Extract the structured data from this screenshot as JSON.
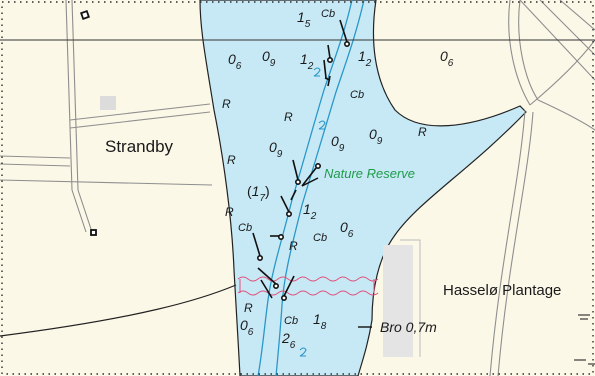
{
  "colors": {
    "land": "#fbf8e8",
    "water": "#c7e9f6",
    "channel": "#2a97c8",
    "road": "#8e8e8e",
    "cable": "#e0507a",
    "nature_label": "#1f9a4a",
    "border_dots": "#2b2b2b"
  },
  "places": {
    "strandby": "Strandby",
    "hasselo": "Hasselø Plantage",
    "nature_reserve": "Nature Reserve",
    "bridge": "Bro 0,7m"
  },
  "soundings": [
    {
      "id": "s1",
      "main": "1",
      "sub": "5"
    },
    {
      "id": "s2",
      "main": "0",
      "sub": "6"
    },
    {
      "id": "s3",
      "main": "0",
      "sub": "9"
    },
    {
      "id": "s4",
      "main": "1",
      "sub": "2"
    },
    {
      "id": "s5",
      "main": "1",
      "sub": "2"
    },
    {
      "id": "s6",
      "main": "0",
      "sub": "6"
    },
    {
      "id": "s7",
      "main": "0",
      "sub": "9"
    },
    {
      "id": "s8",
      "main": "0",
      "sub": "9"
    },
    {
      "id": "s9",
      "main": "0",
      "sub": "9"
    },
    {
      "id": "s10",
      "main": "1",
      "sub": "2"
    },
    {
      "id": "s11",
      "main": "0",
      "sub": "6"
    },
    {
      "id": "s12",
      "main": "1",
      "sub": "8"
    },
    {
      "id": "s13",
      "main": "2",
      "sub": "6"
    },
    {
      "id": "s14",
      "main": "0",
      "sub": "6"
    }
  ],
  "bracketed_sounding": {
    "open": "(",
    "main": "1",
    "sub": "7",
    "close": ")"
  },
  "seabed": {
    "cobbles": "Cb",
    "rock": "R"
  }
}
